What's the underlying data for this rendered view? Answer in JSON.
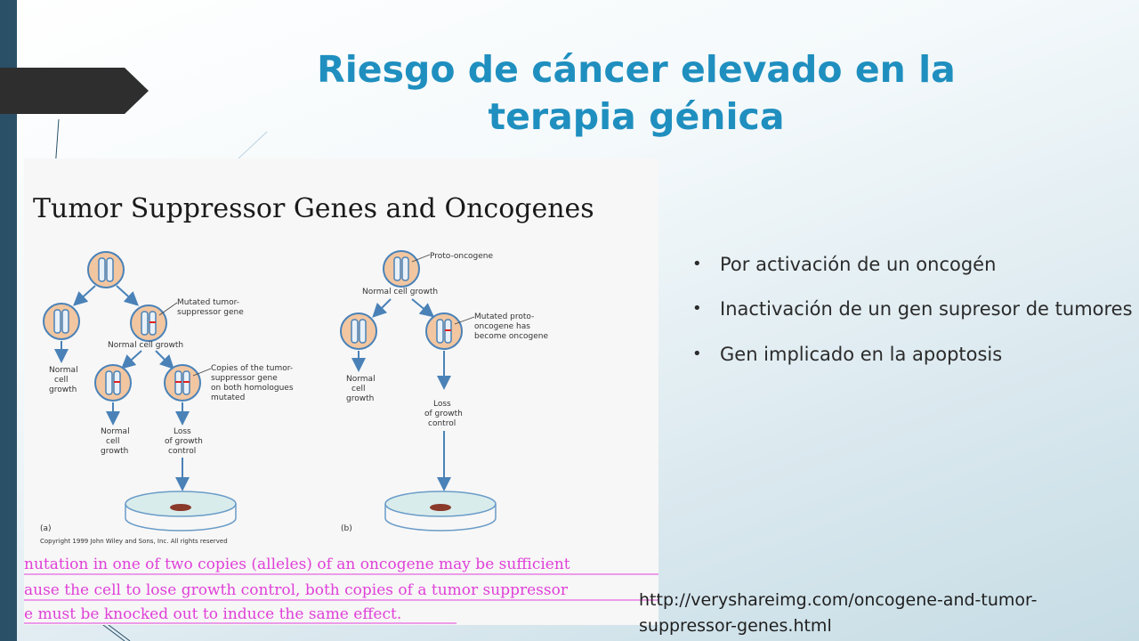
{
  "slide": {
    "title_line1": "Riesgo de cáncer elevado en la",
    "title_line2": "terapia génica"
  },
  "figure": {
    "heading": "Tumor Suppressor Genes and Oncogenes",
    "panel_a": {
      "marker": "(a)",
      "mutated_label_1": "Mutated tumor-",
      "mutated_label_2": "suppressor gene",
      "normal_growth_top": "Normal cell growth",
      "left_outcome": [
        "Normal",
        "cell",
        "growth"
      ],
      "copies_label": [
        "Copies of the tumor-",
        "suppressor gene",
        "on both homologues",
        "mutated"
      ],
      "bottom_left_outcome": [
        "Normal",
        "cell",
        "growth"
      ],
      "bottom_right_outcome": [
        "Loss",
        "of growth",
        "control"
      ]
    },
    "panel_b": {
      "marker": "(b)",
      "proto_label": "Proto-oncogene",
      "normal_growth_top": "Normal cell growth",
      "mutated_label": [
        "Mutated proto-",
        "oncogene has",
        "become oncogene"
      ],
      "left_outcome": [
        "Normal",
        "cell",
        "growth"
      ],
      "right_outcome": [
        "Loss",
        "of growth",
        "control"
      ]
    },
    "copyright": "Copyright 1999 John Wiley and Sons, Inc. All rights reserved",
    "caption_lines": [
      "nutation in one of two copies (alleles) of an oncogene may be sufficient",
      "ause the cell to lose growth control, both copies of a tumor suppressor",
      "e must be knocked out to induce the same effect."
    ]
  },
  "bullets": [
    "Por activación de un oncogén",
    "Inactivación de un gen supresor de tumores",
    "Gen implicado en la apoptosis"
  ],
  "source": {
    "line1": "http://veryshareimg.com/oncogene-and-tumor-",
    "line2": "suppressor-genes.html"
  },
  "colors": {
    "title": "#1f8fbf",
    "accent_bar": "#2a5068",
    "caption_magenta": "#e040d8",
    "cell_fill": "#f2c6a0",
    "cell_stroke": "#4a82b8"
  }
}
